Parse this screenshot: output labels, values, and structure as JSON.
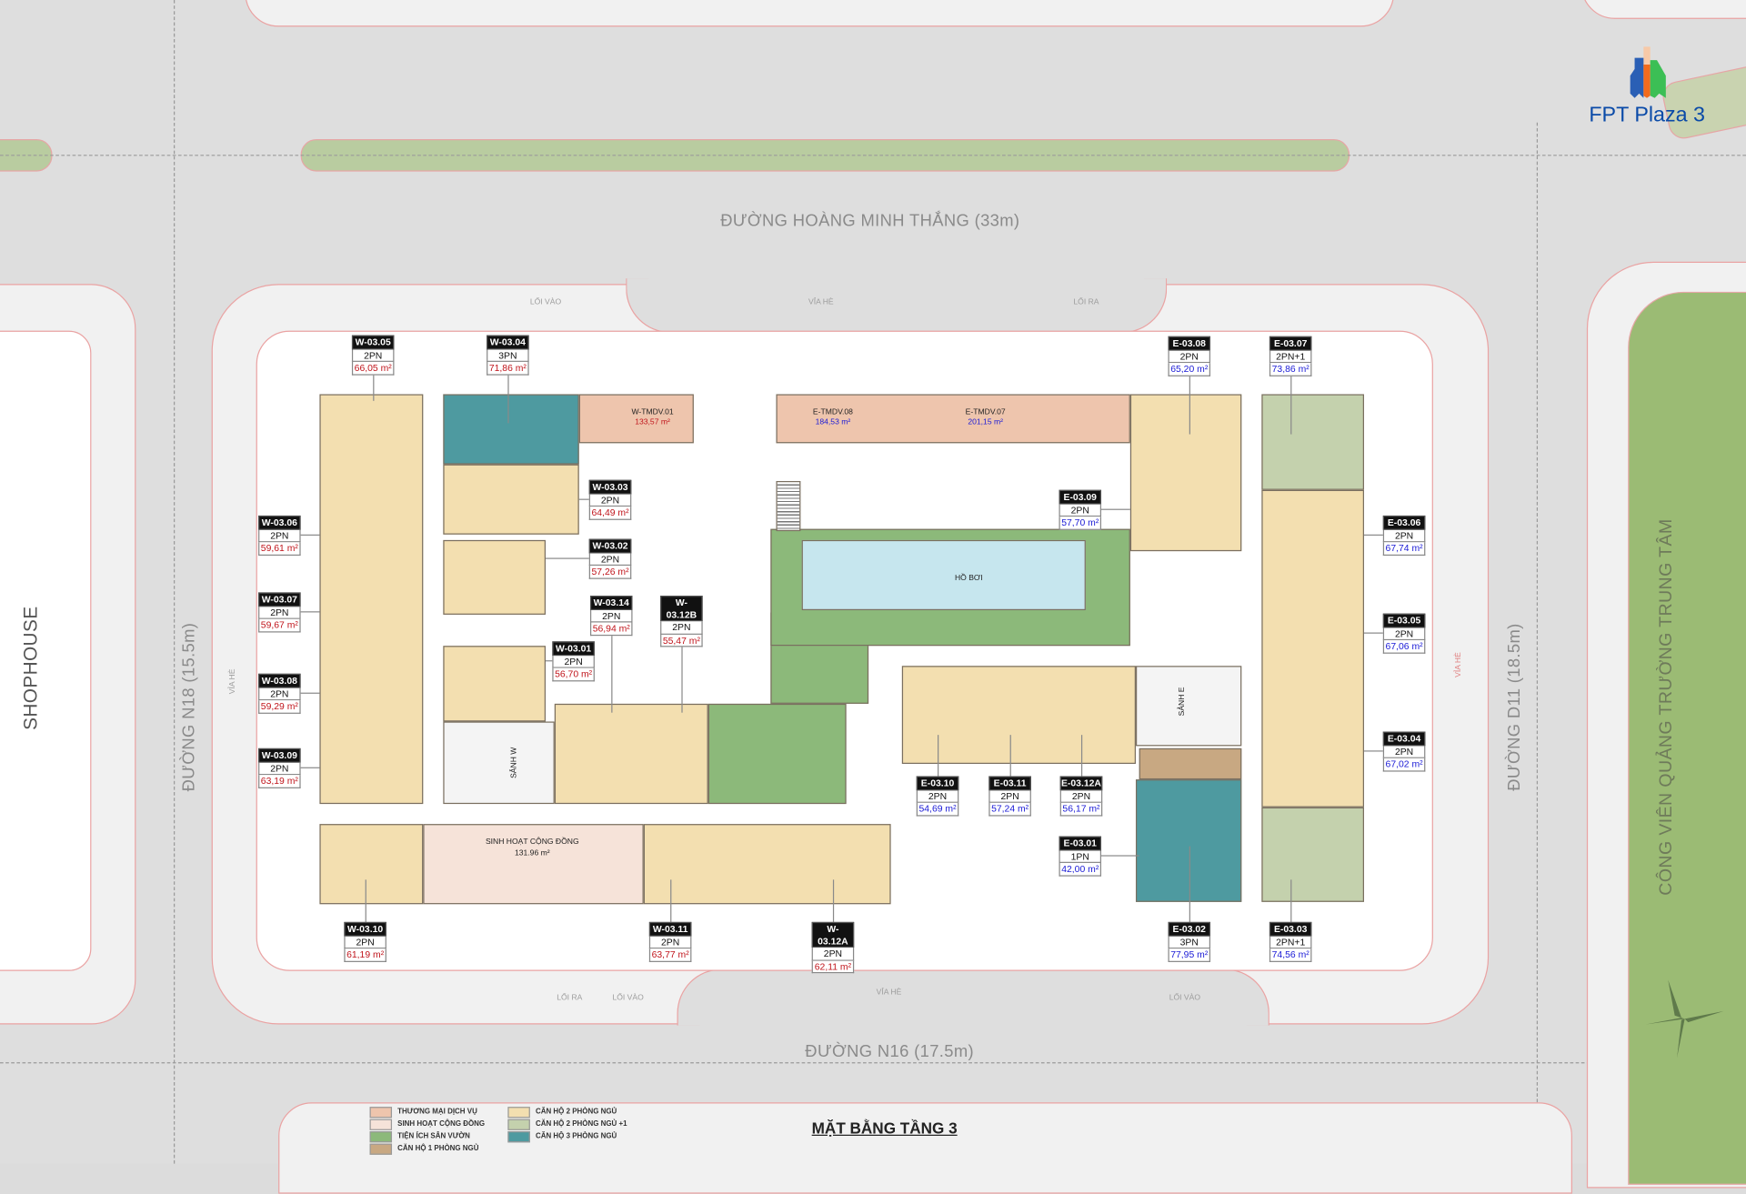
{
  "logo": {
    "text": "FPT Plaza 3",
    "colors": [
      "#0a4aa8",
      "#f26b1d",
      "#2bb84a"
    ]
  },
  "roads": {
    "top": "ĐƯỜNG HOÀNG MINH THẮNG (33m)",
    "bottom": "ĐƯỜNG N16 (17.5m)",
    "left": "ĐƯỜNG N18 (15.5m)",
    "right": "ĐƯỜNG D11 (18.5m)"
  },
  "areas": {
    "shophouse": "SHOPHOUSE",
    "park": "CÔNG VIÊN QUẢNG TRƯỜNG TRUNG TÂM",
    "pool": "HỒ BƠI",
    "lobby_w": "SẢNH W",
    "lobby_e": "SẢNH E",
    "community": {
      "name": "SINH HOẠT CỘNG ĐỒNG",
      "area": "131.96 m²"
    },
    "shops": [
      {
        "code": "W-TMDV.01",
        "area": "133,57 m²"
      },
      {
        "code": "E-TMDV.08",
        "area": "184,53 m²"
      },
      {
        "code": "E-TMDV.07",
        "area": "201,15 m²"
      }
    ]
  },
  "access_labels": {
    "top_entry": "LỐI VÀO",
    "top_sidewalk": "VỈA HÈ",
    "top_exit": "LỐI RA",
    "left_sidewalk": "VỈA HÈ",
    "right_sidewalk": "VỈA HÈ",
    "bottom_exit": "LỐI RA",
    "bottom_entry_w": "LỐI VÀO",
    "bottom_sidewalk": "VỈA HÈ",
    "bottom_entry_e": "LỐI VÀO"
  },
  "units": [
    {
      "code": "W-03.05",
      "type": "2PN",
      "area": "66,05 m²",
      "side": "W"
    },
    {
      "code": "W-03.04",
      "type": "3PN",
      "area": "71,86 m²",
      "side": "W"
    },
    {
      "code": "W-03.03",
      "type": "2PN",
      "area": "64,49 m²",
      "side": "W"
    },
    {
      "code": "W-03.02",
      "type": "2PN",
      "area": "57,26 m²",
      "side": "W"
    },
    {
      "code": "W-03.14",
      "type": "2PN",
      "area": "56,94 m²",
      "side": "W"
    },
    {
      "code": "W-03.12B",
      "type": "2PN",
      "area": "55,47 m²",
      "side": "W"
    },
    {
      "code": "W-03.01",
      "type": "2PN",
      "area": "56,70 m²",
      "side": "W"
    },
    {
      "code": "W-03.06",
      "type": "2PN",
      "area": "59,61 m²",
      "side": "W"
    },
    {
      "code": "W-03.07",
      "type": "2PN",
      "area": "59,67 m²",
      "side": "W"
    },
    {
      "code": "W-03.08",
      "type": "2PN",
      "area": "59,29 m²",
      "side": "W"
    },
    {
      "code": "W-03.09",
      "type": "2PN",
      "area": "63,19 m²",
      "side": "W"
    },
    {
      "code": "W-03.10",
      "type": "2PN",
      "area": "61,19 m²",
      "side": "W"
    },
    {
      "code": "W-03.11",
      "type": "2PN",
      "area": "63,77 m²",
      "side": "W"
    },
    {
      "code": "W-03.12A",
      "type": "2PN",
      "area": "62,11 m²",
      "side": "W"
    },
    {
      "code": "E-03.08",
      "type": "2PN",
      "area": "65,20 m²",
      "side": "E"
    },
    {
      "code": "E-03.07",
      "type": "2PN+1",
      "area": "73,86 m²",
      "side": "E"
    },
    {
      "code": "E-03.09",
      "type": "2PN",
      "area": "57,70 m²",
      "side": "E"
    },
    {
      "code": "E-03.06",
      "type": "2PN",
      "area": "67,74 m²",
      "side": "E"
    },
    {
      "code": "E-03.05",
      "type": "2PN",
      "area": "67,06 m²",
      "side": "E"
    },
    {
      "code": "E-03.04",
      "type": "2PN",
      "area": "67,02 m²",
      "side": "E"
    },
    {
      "code": "E-03.10",
      "type": "2PN",
      "area": "54,69 m²",
      "side": "E"
    },
    {
      "code": "E-03.11",
      "type": "2PN",
      "area": "57,24 m²",
      "side": "E"
    },
    {
      "code": "E-03.12A",
      "type": "2PN",
      "area": "56,17 m²",
      "side": "E"
    },
    {
      "code": "E-03.01",
      "type": "1PN",
      "area": "42,00 m²",
      "side": "E"
    },
    {
      "code": "E-03.02",
      "type": "3PN",
      "area": "77,95 m²",
      "side": "E"
    },
    {
      "code": "E-03.03",
      "type": "2PN+1",
      "area": "74,56 m²",
      "side": "E"
    }
  ],
  "area_colors": {
    "W": "#c0141b",
    "E": "#1a1ad6"
  },
  "legend": {
    "title": "MẶT BẰNG TẦNG 3",
    "items": [
      {
        "label": "THƯƠNG MẠI DỊCH VỤ",
        "color": "#eec5ad"
      },
      {
        "label": "SINH HOẠT CỘNG ĐỒNG",
        "color": "#f6e3d9"
      },
      {
        "label": "TIỆN ÍCH SÂN VƯỜN",
        "color": "#8cb97a"
      },
      {
        "label": "CĂN HỘ 1 PHÒNG NGỦ",
        "color": "#c8a882"
      },
      {
        "label": "CĂN HỘ 2 PHÒNG NGỦ",
        "color": "#f3dfb0"
      },
      {
        "label": "CĂN HỘ 2 PHÒNG NGỦ +1",
        "color": "#c4d1ad"
      },
      {
        "label": "CĂN HỘ 3 PHÒNG NGỦ",
        "color": "#4e9aa0"
      }
    ]
  }
}
